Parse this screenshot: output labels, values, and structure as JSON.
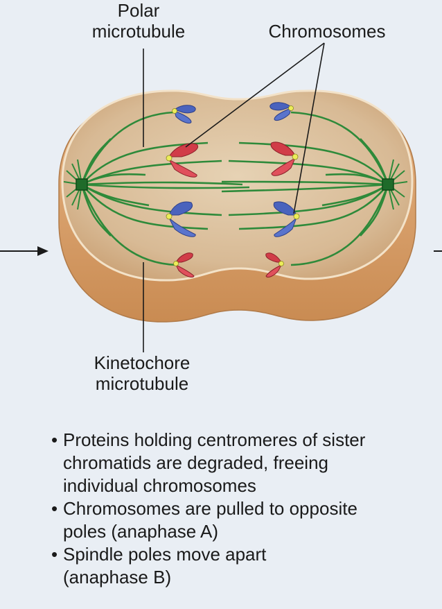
{
  "labels": {
    "polar_line1": "Polar",
    "polar_line2": "microtubule",
    "chromosomes": "Chromosomes",
    "kinetochore_line1": "Kinetochore",
    "kinetochore_line2": "microtubule"
  },
  "bullets": [
    {
      "lines": [
        "Proteins holding centromeres of sister",
        "chromatids are degraded, freeing",
        "individual chromosomes"
      ]
    },
    {
      "lines": [
        "Chromosomes are pulled to opposite",
        "poles (anaphase A)"
      ]
    },
    {
      "lines": [
        "Spindle poles move apart",
        "(anaphase B)"
      ]
    }
  ],
  "colors": {
    "background": "#e9eef4",
    "cell_top": "#d9bc98",
    "cell_rim": "#d39a63",
    "microtubule": "#2e8a3a",
    "chromosome_blue": "#4a63bd",
    "chromosome_red": "#d13c48",
    "kinetochore": "#ecec5a"
  }
}
